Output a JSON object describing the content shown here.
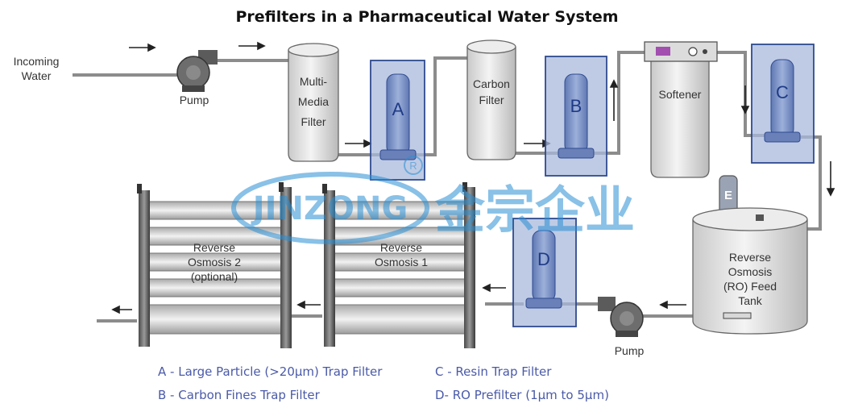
{
  "title": "Prefilters in a Pharmaceutical Water System",
  "labels": {
    "incoming_water_1": "Incoming",
    "incoming_water_2": "Water",
    "pump_top": "Pump",
    "pump_bottom": "Pump",
    "multimedia_1": "Multi-",
    "multimedia_2": "Media",
    "multimedia_3": "Filter",
    "carbon_1": "Carbon",
    "carbon_2": "Filter",
    "softener": "Softener",
    "tank_1": "Reverse",
    "tank_2": "Osmosis",
    "tank_3": "(RO) Feed",
    "tank_4": "Tank",
    "ro1_1": "Reverse",
    "ro1_2": "Osmosis 1",
    "ro2_1": "Reverse",
    "ro2_2": "Osmosis 2",
    "ro2_3": "(optional)",
    "tank_marker": "E"
  },
  "filters": {
    "a": "A",
    "b": "B",
    "c": "C",
    "d": "D"
  },
  "legend": {
    "a": "A - Large Particle (>20µm) Trap Filter",
    "b": "B - Carbon Fines Trap Filter",
    "c": "C - Resin Trap Filter",
    "d": "D- RO Prefilter (1µm to 5µm)"
  },
  "watermark": {
    "latin": "JINZONG",
    "chinese": "金宗企业",
    "registered": "R"
  },
  "colors": {
    "filter_box": "#aab9dc",
    "filter_box_stroke": "#2f4a8f",
    "cartridge": "#7e95c7",
    "pipe": "#8a8a8a",
    "vessel": "#e6e6e6",
    "legend_text": "#4a5aa8",
    "watermark": "#2a8fd4"
  }
}
